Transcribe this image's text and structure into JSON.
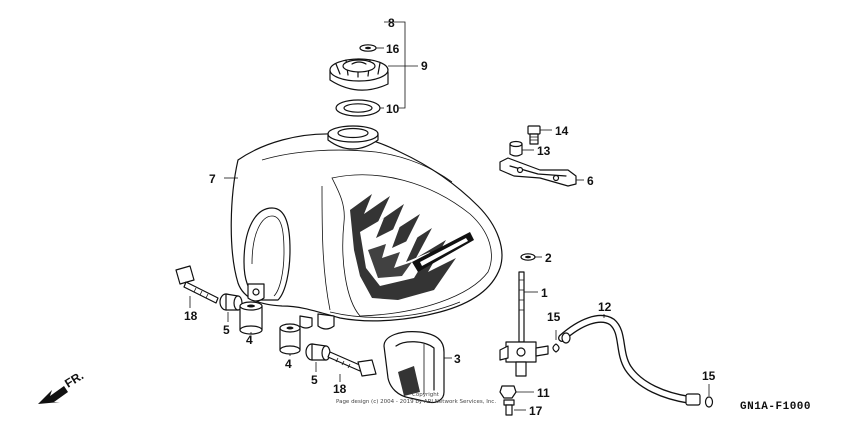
{
  "figure": {
    "diagram_code": "GN1A-F1000",
    "copyright_line1": "Copyright",
    "copyright_line2": "Page design (c) 2004 - 2019 by ARI Network Services, Inc.",
    "direction_label": "FR."
  },
  "callouts": {
    "c1": "1",
    "c2": "2",
    "c3": "3",
    "c4a": "4",
    "c4b": "4",
    "c5a": "5",
    "c5b": "5",
    "c6": "6",
    "c7": "7",
    "c8": "8",
    "c9": "9",
    "c10": "10",
    "c11": "11",
    "c12": "12",
    "c13": "13",
    "c14": "14",
    "c15a": "15",
    "c15b": "15",
    "c16": "16",
    "c17": "17",
    "c18a": "18",
    "c18b": "18"
  }
}
